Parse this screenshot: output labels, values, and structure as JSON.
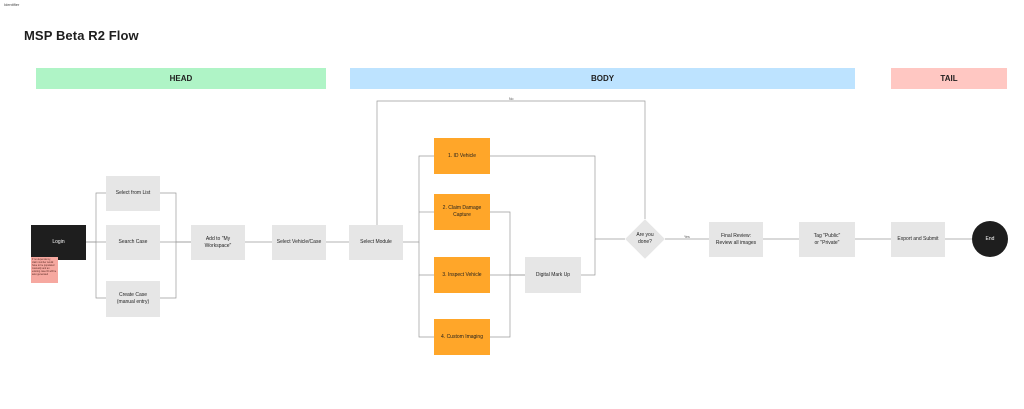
{
  "canvas": {
    "corner_label": "Identifier"
  },
  "title": "MSP Beta R2 Flow",
  "bands": {
    "head": "HEAD",
    "body": "BODY",
    "tail": "TAIL"
  },
  "nodes": {
    "login": "Login",
    "select_from_list": "Select from List",
    "search_case": "Search Case",
    "create_case": "Create Case\n(manual entry)",
    "add_to_workspace": "Add to \"My\nWorkspace\"",
    "select_vehicle_case": "Select Vehicle/Case",
    "select_module": "Select Module",
    "id_vehicle": "1. ID Vehicle",
    "claim_damage_capture": "2. Claim Damage\nCapture",
    "inspect_vehicle": "3. Inspect Vehicle",
    "custom_imaging": "4. Custom Imaging",
    "digital_mark_up": "Digital Mark Up",
    "are_you_done": "Are you\ndone?",
    "final_review": "Final Review:\nReview all images",
    "tag_public_private": "Tag \"Public\"\nor \"Private\"",
    "export_and_submit": "Export and Submit",
    "end": "End"
  },
  "sticky_note": "If no dependency, claim number would have to be populated manually and an existing case ID will be auto generated",
  "edges": {
    "no": "No",
    "yes": "Yes"
  },
  "colors": {
    "head_band": "#aff4c6",
    "body_band": "#bde3ff",
    "tail_band": "#ffc7c2",
    "module": "#ffa629",
    "step": "#e6e6e6",
    "terminal": "#1e1e1e",
    "sticky": "#f6a8a0"
  }
}
